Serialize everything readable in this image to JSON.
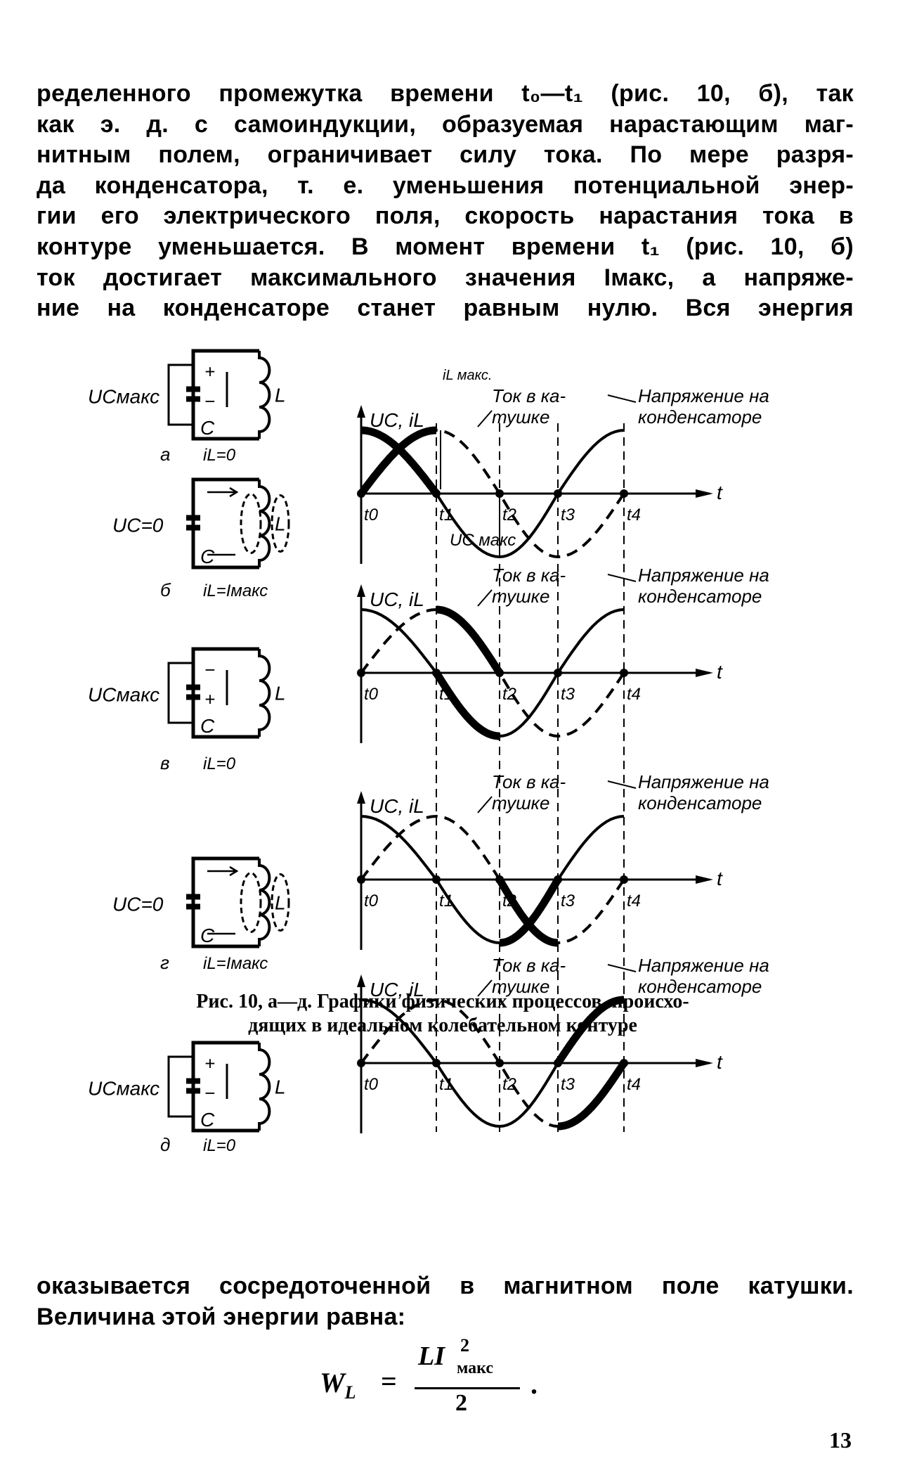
{
  "paragraph_top": [
    "ределенного промежутка времени t₀—t₁ (рис. 10, б), так",
    "как э. д. с самоиндукции, образуемая нарастающим маг-",
    "нитным полем, ограничивает силу тока. По мере разря-",
    "да конденсатора, т. е. уменьшения потенциальной энер-",
    "гии его электрического поля, скорость нарастания тока в",
    "контуре уменьшается. В момент времени t₁ (рис. 10, б)",
    "ток достигает максимального значения Iмакс, а напряже-",
    "ние на конденсаторе станет равным нулю. Вся энергия"
  ],
  "figure": {
    "circuits": [
      {
        "letter": "а",
        "state": "iL=0",
        "voltage": "UCмакс",
        "cap": "C",
        "coil": "L"
      },
      {
        "letter": "б",
        "state": "iL=Iмакс",
        "voltage": "UC=0",
        "cap": "C",
        "coil": "L"
      },
      {
        "letter": "в",
        "state": "iL=0",
        "voltage": "UCмакс",
        "cap": "C",
        "coil": "L"
      },
      {
        "letter": "г",
        "state": "iL=Iмакс",
        "voltage": "UC=0",
        "cap": "C",
        "coil": "L"
      },
      {
        "letter": "д",
        "state": "iL=0",
        "voltage": "UCмакс",
        "cap": "C",
        "coil": "L"
      }
    ],
    "graph": {
      "y_label": "UC, iL",
      "x_label": "t",
      "ticks": [
        "t0",
        "t1",
        "t2",
        "t3",
        "t4"
      ],
      "current_label_1": "Ток в ка-",
      "current_label_2": "тушке",
      "voltage_label_1": "Напряжение на",
      "voltage_label_2": "конденсаторе",
      "il_max": "iL макс.",
      "uc_max": "UC макс"
    }
  },
  "caption": {
    "line1": "Рис. 10, а—д. Графики физических процессов, происхо-",
    "line2": "дящих в идеальном колебательном контуре"
  },
  "paragraph_bottom": [
    "оказывается сосредоточенной в магнитном поле катушки.",
    "Величина этой энергии равна:"
  ],
  "formula": {
    "lhs": "W",
    "lhs_sub": "L",
    "eq": "=",
    "numerator": "LI",
    "exponent": "2",
    "sub": "макс",
    "denominator": "2",
    "end": "."
  },
  "page_number": "13"
}
